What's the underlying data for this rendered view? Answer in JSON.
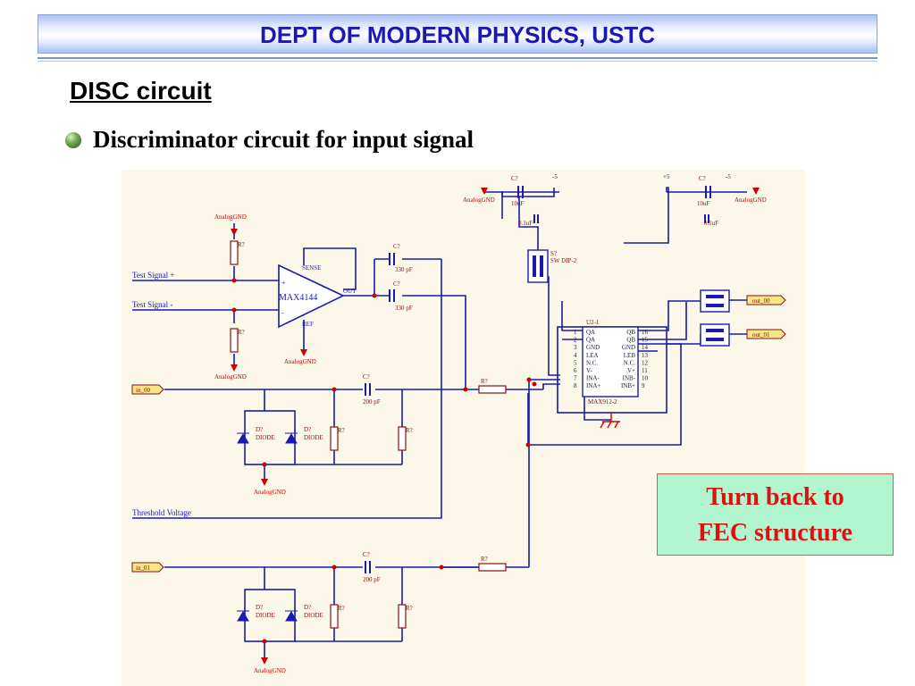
{
  "header": {
    "title": "DEPT OF MODERN PHYSICS, USTC"
  },
  "slide": {
    "title": "DISC circuit",
    "bullet": "Discriminator circuit for input signal"
  },
  "schematic": {
    "inputs": {
      "test_plus": "Test Signal +",
      "test_minus": "Test Signal -",
      "in0": "in_00",
      "in1": "in_01",
      "threshold": "Threshold Voltage"
    },
    "outputs": {
      "out0": "out_00",
      "out1": "out_01"
    },
    "ground": "AnalogGND",
    "opamp": {
      "part": "MAX4144",
      "sense": "SENSE",
      "ref": "REF",
      "out": "OUT",
      "plus": "+",
      "minus": "-"
    },
    "comparator": {
      "ref": "U2-1",
      "part": "MAX912-2",
      "left_pins": [
        {
          "num": "1",
          "name": "QA"
        },
        {
          "num": "2",
          "name": "QA"
        },
        {
          "num": "3",
          "name": "GND"
        },
        {
          "num": "4",
          "name": "LEA"
        },
        {
          "num": "5",
          "name": "N.C."
        },
        {
          "num": "6",
          "name": "V-"
        },
        {
          "num": "7",
          "name": "INA-"
        },
        {
          "num": "8",
          "name": "INA+"
        }
      ],
      "right_pins": [
        {
          "num": "16",
          "name": "QB"
        },
        {
          "num": "15",
          "name": "QB"
        },
        {
          "num": "14",
          "name": "GND"
        },
        {
          "num": "13",
          "name": "LEB"
        },
        {
          "num": "12",
          "name": "N.C."
        },
        {
          "num": "11",
          "name": "V+"
        },
        {
          "num": "10",
          "name": "INB-"
        },
        {
          "num": "9",
          "name": "INB+"
        }
      ]
    },
    "capacitors": {
      "ref": "C?",
      "value_330": "330 pF",
      "value_200": "200 pF",
      "value_10u": "10uF",
      "value_01u": "0.1uF"
    },
    "resistor": {
      "ref": "R?",
      "value": "?"
    },
    "diode": {
      "ref": "D?",
      "label": "DIODE"
    },
    "switch": {
      "ref": "S?",
      "label": "SW DIP-2"
    },
    "supply": {
      "pos": "+5",
      "neg": "-5"
    }
  },
  "note": {
    "line1": "Turn back to",
    "line2": "FEC structure"
  },
  "colors": {
    "wire": "#1a1ab0",
    "label": "#cc0000",
    "part": "#8b1010",
    "note_bg": "#b1f6cf",
    "title": "#1a18b8"
  }
}
